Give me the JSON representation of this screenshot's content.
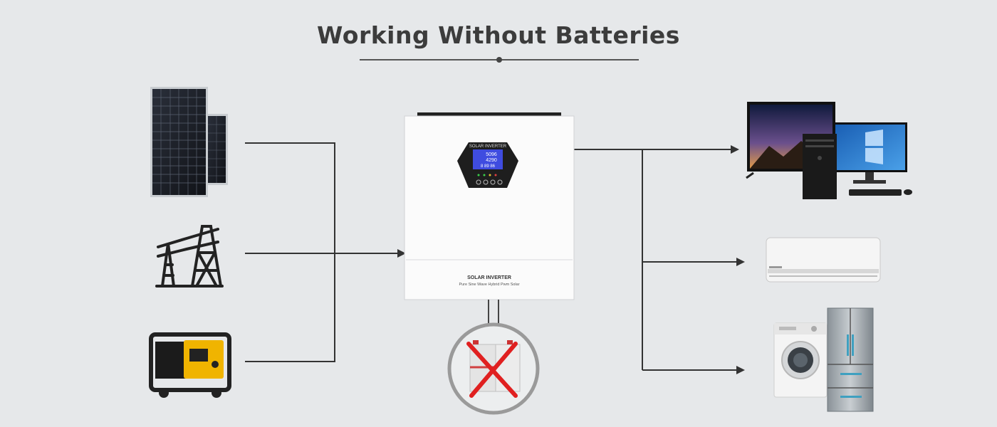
{
  "title": "Working Without Batteries",
  "inverter": {
    "brand_top": "SOLAR INVERTER",
    "brand_bottom": "SOLAR INVERTER",
    "subtitle": "Pure Sine Wave Hybrid Pwm Solar",
    "lcd_line1": "5096",
    "lcd_line2": "4290",
    "lcd_line3": "8 89 86"
  },
  "colors": {
    "background": "#e6e8ea",
    "line": "#333333",
    "cross": "#e02020",
    "generator": "#f0b400"
  },
  "icons": {
    "sources": [
      "solar-panel-icon",
      "power-tower-icon",
      "generator-icon"
    ],
    "loads": [
      "tv-computer-icon",
      "air-conditioner-icon",
      "washer-fridge-icon"
    ],
    "no_battery": "battery-crossed-icon"
  }
}
